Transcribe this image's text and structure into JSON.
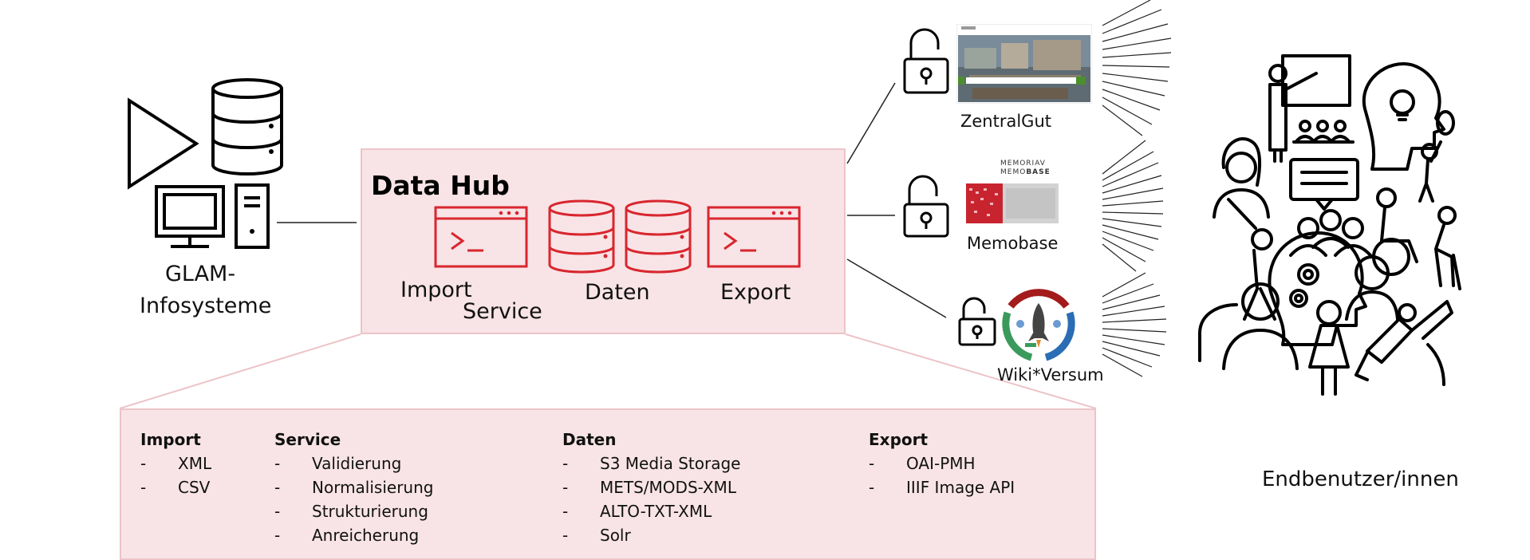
{
  "source": {
    "label_line1": "GLAM-",
    "label_line2": "Infosysteme"
  },
  "data_hub": {
    "title": "Data Hub",
    "labels": {
      "import": "Import",
      "service": "Service",
      "daten": "Daten",
      "export": "Export"
    }
  },
  "details": {
    "columns": [
      {
        "heading": "Import",
        "items": [
          "XML",
          "CSV"
        ]
      },
      {
        "heading": "Service",
        "items": [
          "Validierung",
          "Normalisierung",
          "Strukturierung",
          "Anreicherung"
        ]
      },
      {
        "heading": "Daten",
        "items": [
          "S3 Media Storage",
          "METS/MODS-XML",
          "ALTO-TXT-XML",
          "Solr"
        ]
      },
      {
        "heading": "Export",
        "items": [
          "OAI-PMH",
          "IIIF Image API"
        ]
      }
    ],
    "dash": "-"
  },
  "platforms": {
    "zentralgut": {
      "label": "ZentralGut"
    },
    "memobase": {
      "label": "Memobase",
      "logo_line1": "MEMORIAV",
      "logo_line2_a": "MEMO",
      "logo_line2_b": "BASE"
    },
    "wikiversum": {
      "label": "Wiki*Versum"
    }
  },
  "audience": {
    "label": "Endbenutzer/innen"
  },
  "colors": {
    "accent_red": "#d9262f",
    "box_fill": "#f8e4e6",
    "box_border": "#ecc4c8",
    "wiki_blue": "#2a6db5",
    "wiki_green": "#3a9a5c",
    "wiki_darkred": "#a31b1b"
  },
  "icons": [
    "play-icon",
    "database-icon",
    "desktop-computer-icon",
    "terminal-window-icon",
    "database-stack-icon",
    "open-padlock-icon",
    "rocket-icon",
    "people-collage-icon"
  ]
}
